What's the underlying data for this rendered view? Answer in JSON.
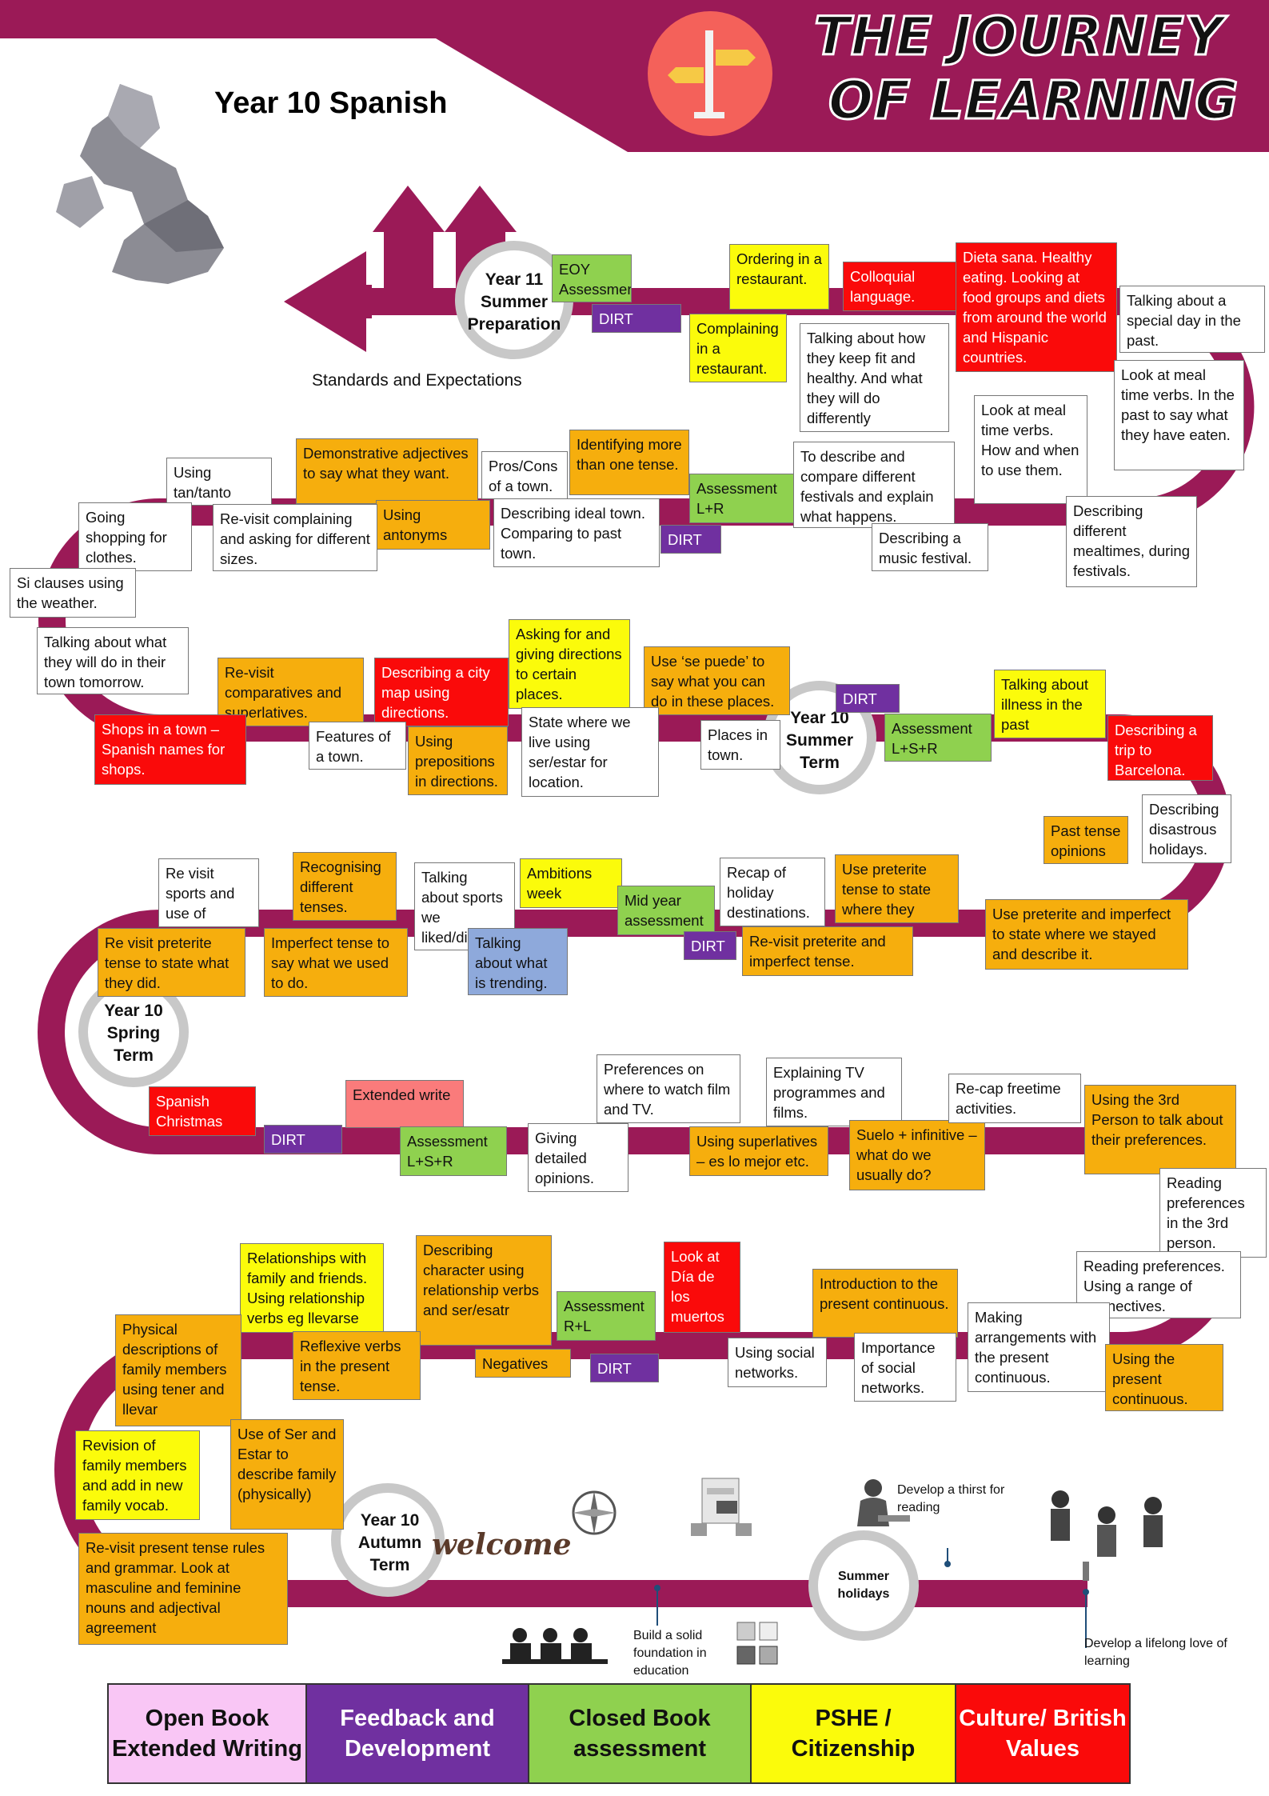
{
  "header": {
    "subject": "Year 10 Spanish",
    "title_line1": "THE JOURNEY",
    "title_line2": "OF LEARNING",
    "standards": "Standards and Expectations"
  },
  "colors": {
    "path": "#9b1a57",
    "orange": "#f6ae0d",
    "yellow": "#fbfb0b",
    "green": "#8fd14f",
    "red": "#fa0a0a",
    "purple": "#7030a0",
    "pink": "#f9c6f5"
  },
  "terms": {
    "y11_summer": "Year 11 Summer Preparation",
    "y10_summer": "Year 10 Summer Term",
    "y10_spring": "Year 10 Spring Term",
    "y10_autumn": "Year 10 Autumn Term",
    "summer_holidays": "Summer holidays",
    "welcome": "welcome"
  },
  "row1": {
    "eoy": "EOY Assessments",
    "dirt": "DIRT",
    "ordering": "Ordering in a restaurant.",
    "complaining": "Complaining in a restaurant.",
    "colloquial": "Colloquial language.",
    "fit": "Talking about how they keep fit and healthy. And what they will do differently",
    "dieta": "Dieta sana. Healthy eating. Looking at food groups and diets from around the world and Hispanic countries.",
    "special_day": "Talking about a special day in the past.",
    "meal_past": "Look at meal time verbs.  In the past to say what they have eaten.",
    "meal_verbs": "Look at meal time verbs. How and when to use them."
  },
  "row2": {
    "tanto": "Using tan/tanto",
    "demonstrative": "Demonstrative adjectives to say what they want.",
    "proscons": "Pros/Cons of a town.",
    "identifying": "Identifying more than one tense.",
    "antonyms": "Using antonyms",
    "revisit_complaining": "Re-visit complaining and asking for different sizes.",
    "ideal_town": "Describing ideal town. Comparing to past town.",
    "assessment": "Assessment L+R",
    "dirt": "DIRT",
    "festivals": "To describe and compare different festivals and explain what happens.",
    "music_festival": "Describing a music festival.",
    "mealtimes": "Describing different mealtimes, during festivals.",
    "shopping": "Going shopping for clothes.",
    "si_clauses": "Si clauses using the weather.",
    "tomorrow": "Talking about what they will do in their town tomorrow."
  },
  "row3": {
    "comparatives": "Re-visit comparatives and superlatives.",
    "city_map": "Describing a city map using directions.",
    "directions": "Asking for and giving directions to certain places.",
    "se_puede": "Use ‘se puede’ to say what you can do in these places.",
    "dirt": "DIRT",
    "illness": "Talking about illness in the past",
    "shops": "Shops in a town – Spanish names for shops.",
    "features": "Features of a town.",
    "prepositions": "Using prepositions in directions.",
    "ser_estar": "State where we live using ser/estar for location.",
    "places": "Places in town.",
    "assessment": "Assessment L+S+R",
    "barcelona": "Describing a trip to Barcelona.",
    "past_opinions": "Past tense opinions",
    "disastrous": "Describing disastrous holidays."
  },
  "row4": {
    "sports": "Re visit sports and use of jugar/hacer.",
    "recognising": "Recognising different tenses.",
    "sports_liked": "Talking about sports we liked/didn’t like.",
    "ambitions": "Ambitions week",
    "midyear": "Mid year assessment",
    "recap_holiday": "Recap of holiday destinations.",
    "preterite_went": "Use preterite tense to state where they went.",
    "revisit_preterite": "Re visit preterite tense to state what they did.",
    "imperfect": "Imperfect tense to say what we used to do.",
    "trending": "Talking about what is trending.",
    "dirt": "DIRT",
    "preterite_imperfect": "Re-visit preterite and imperfect tense.",
    "stayed": "Use preterite and imperfect to state where we  stayed and describe it."
  },
  "row5": {
    "christmas": "Spanish Christmas",
    "dirt": "DIRT",
    "extended": "Extended write",
    "assessment": "Assessment L+S+R",
    "opinions": "Giving detailed opinions.",
    "preferences_film": "Preferences  on where to watch film and TV.",
    "superlatives": "Using superlatives – es lo mejor etc.",
    "tv": "Explaining TV programmes and films.",
    "suelo": "Suelo + infinitive – what do we usually do?",
    "freetime": "Re-cap freetime activities.",
    "third_person": "Using the 3rd Person to talk about their preferences.",
    "reading_3rd": "Reading preferences  in the 3rd person."
  },
  "row6": {
    "relationships": "Relationships with family and friends. Using relationship verbs eg llevarse",
    "character": "Describing character using relationship verbs and ser/esatr",
    "assessment": "Assessment R+L",
    "muertos": "Look at Día de los muertos",
    "intro_present": "Introduction to the present continuous.",
    "reading_connectives": "Reading preferences. Using a range of connectives.",
    "physical": "Physical descriptions of family members using tener and llevar",
    "reflexive": "Reflexive verbs in the present tense.",
    "negatives": "Negatives",
    "dirt": "DIRT",
    "social": "Using social networks.",
    "importance": "Importance of social networks.",
    "arrangements": "Making arrangements  with the present continuous.",
    "using_present": "Using the present continuous."
  },
  "row7": {
    "family_vocab": "Revision of family members and add in new family vocab.",
    "ser_estar_family": "Use of Ser and Estar to describe family (physically)",
    "present_rules": "Re-visit present tense rules and grammar. Look at masculine and feminine nouns and adjectival agreement"
  },
  "bottom": {
    "thirst": "Develop a thirst for reading",
    "foundation": "Build a solid foundation in education",
    "lifelong": "Develop a lifelong love of learning"
  },
  "legend": [
    "Open Book Extended Writing",
    "Feedback and Development",
    "Closed Book assessment",
    "PSHE / Citizenship",
    "Culture/ British Values"
  ]
}
